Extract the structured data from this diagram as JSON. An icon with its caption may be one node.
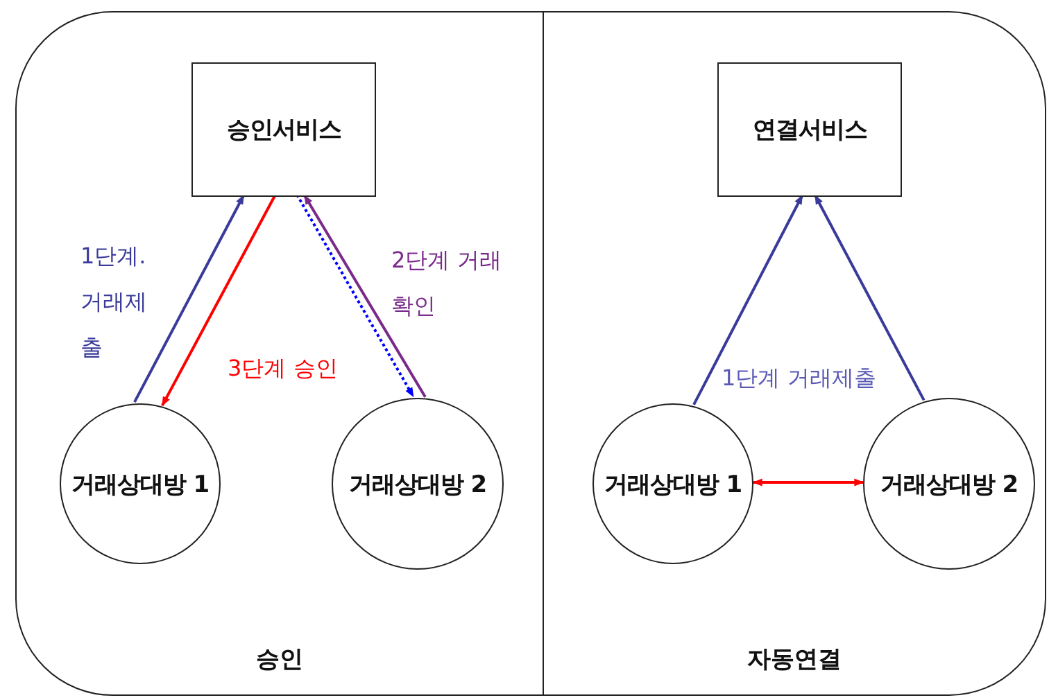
{
  "diagram": {
    "nodes": [
      {
        "text": [
          "승인"
        ]
      },
      {
        "text": [
          "승인서비스"
        ],
        "in": 0
      },
      {
        "text": [
          "거래상대방 1"
        ],
        "in": 0
      },
      {
        "text": [
          "거래상대방 2"
        ],
        "in": 0
      },
      {
        "text": [
          "자동연결"
        ]
      },
      {
        "text": [
          "연결서비스"
        ],
        "in": 4
      },
      {
        "text": [
          "거래상대방 1"
        ],
        "in": 4
      },
      {
        "text": [
          "거래상대방 2"
        ],
        "in": 4
      }
    ],
    "edges": [
      {
        "from": 2,
        "to": 1,
        "arrow": "to",
        "label": "1단계. 거래제출",
        "color": "#3a3a9a"
      },
      {
        "from": 1,
        "to": 2,
        "arrow": "to",
        "label": "3단계 승인",
        "color": "#ff0000"
      },
      {
        "from": 3,
        "to": 1,
        "arrow": "to",
        "label": "2단계 거래확인",
        "color": "#7a2a8a"
      },
      {
        "from": 1,
        "to": 3,
        "arrow": "to",
        "style": "dashed",
        "color": "#0000ff"
      },
      {
        "from": 6,
        "to": 5,
        "arrow": "to",
        "color": "#3a3a9a"
      },
      {
        "from": 7,
        "to": 5,
        "arrow": "to",
        "color": "#3a3a9a"
      },
      {
        "from": 6,
        "to": 7,
        "arrow": "both",
        "color": "#ff0000"
      }
    ],
    "labels": [
      "1단계 거래제출"
    ]
  }
}
